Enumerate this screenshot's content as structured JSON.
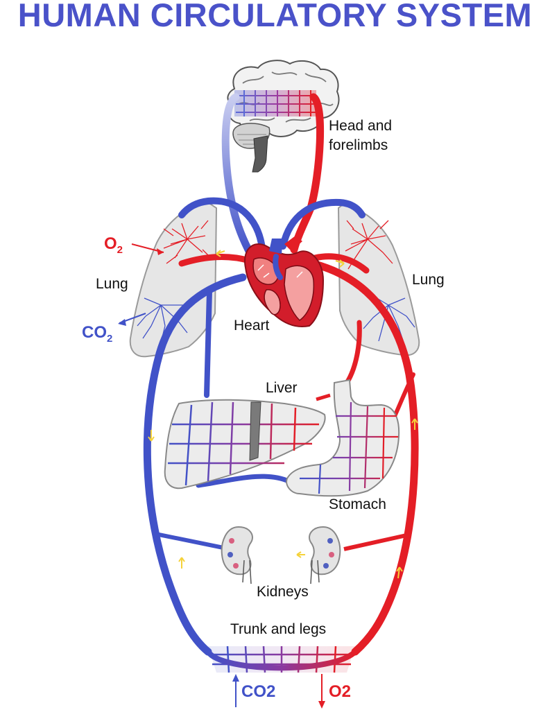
{
  "title": "HUMAN CIRCULATORY SYSTEM",
  "colors": {
    "title": "#4a52c9",
    "artery": "#e41e26",
    "vein": "#4152c8",
    "organ_fill": "#e8e8e8",
    "organ_stroke": "#888888",
    "flow_arrow": "#f5d23a"
  },
  "labels": {
    "head": "Head and",
    "head_2": "forelimbs",
    "lung_left": "Lung",
    "lung_right": "Lung",
    "heart": "Heart",
    "liver": "Liver",
    "stomach": "Stomach",
    "kidneys": "Kidneys",
    "trunk": "Trunk and legs"
  },
  "gas_labels": {
    "o2_lung": "O",
    "o2_lung_sub": "2",
    "co2_lung": "CO",
    "co2_lung_sub": "2",
    "co2_bottom": "CO2",
    "o2_bottom": "O2"
  }
}
